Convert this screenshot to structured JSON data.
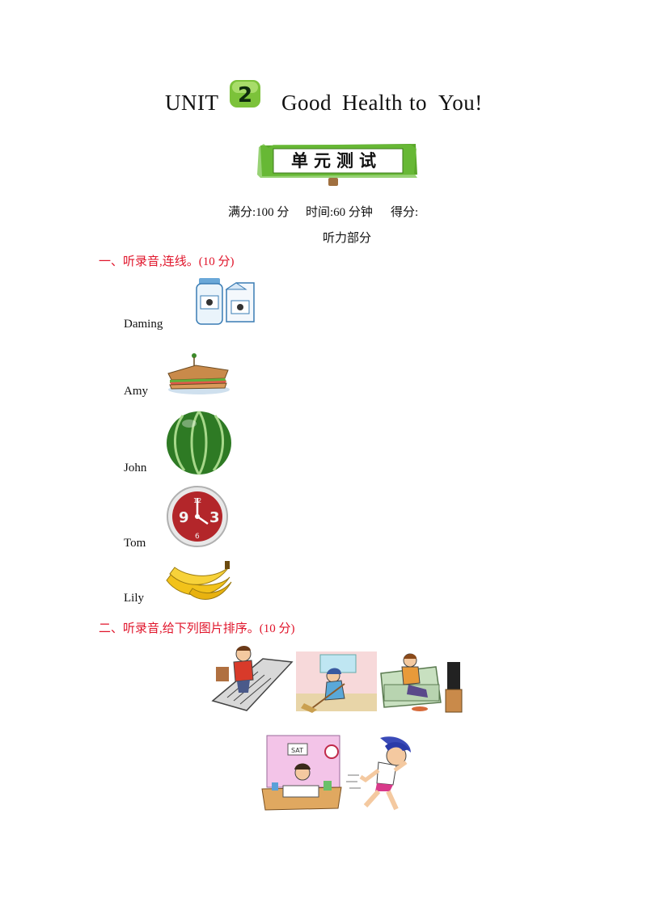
{
  "header": {
    "unit_label": "UNIT",
    "unit_number": "2",
    "title_words": [
      "Good",
      "Health",
      "to",
      "You!"
    ]
  },
  "banner": {
    "text": "单元测试"
  },
  "score_info": {
    "full_marks": "满分:100 分",
    "time": "时间:60 分钟",
    "score": "得分:"
  },
  "listening_part": "听力部分",
  "section1": {
    "title": "一、听录音,连线。(10 分)",
    "names": [
      "Daming",
      "Amy",
      "John",
      "Tom",
      "Lily"
    ],
    "pictures": [
      "milk-icon",
      "sandwich-icon",
      "watermelon-icon",
      "clock-icon",
      "banana-icon"
    ]
  },
  "section2": {
    "title": "二、听录音,给下列图片排序。(10 分)",
    "pictures": [
      "washing-icon",
      "sweeping-icon",
      "watching-tv-icon",
      "homework-icon",
      "running-icon"
    ]
  },
  "colors": {
    "section_title": "#e0142a",
    "badge_green": "#7cc23a",
    "banner_green": "#5aa82a"
  }
}
